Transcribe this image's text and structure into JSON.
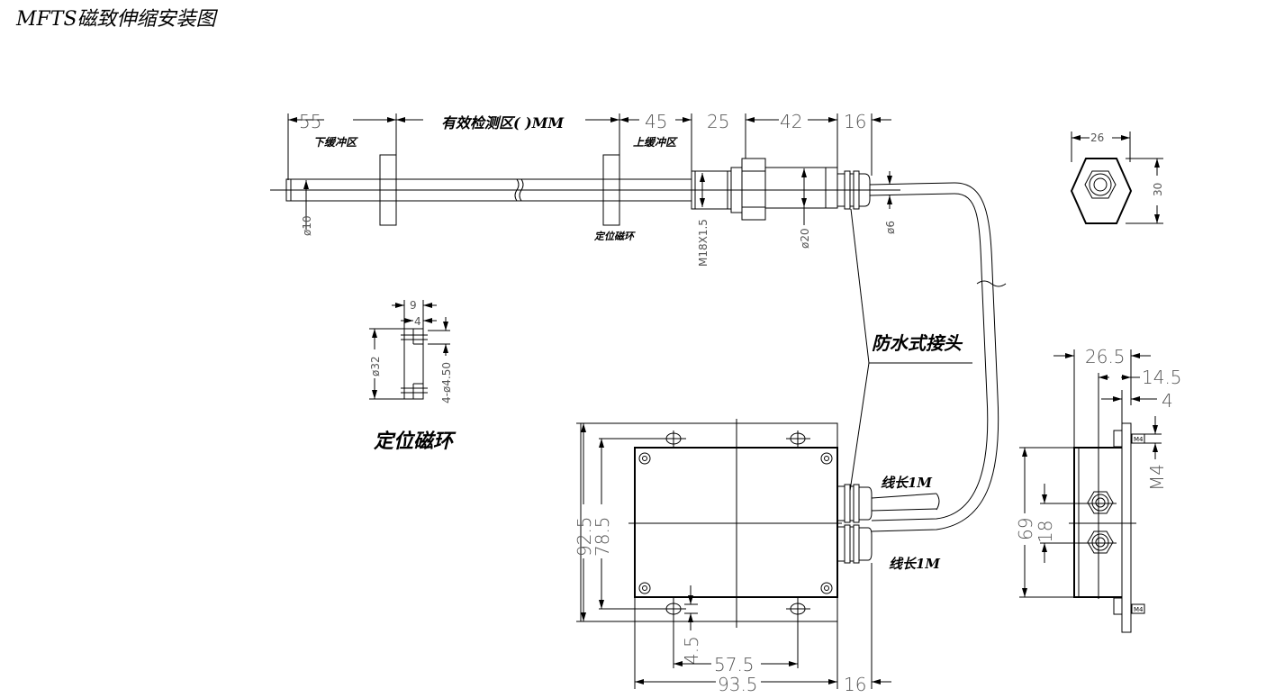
{
  "title": "MFTS磁致伸缩安装图",
  "probe": {
    "dims": {
      "d55": "55",
      "effective": "有效检测区(      )MM",
      "d45": "45",
      "d25": "25",
      "d42": "42",
      "d16": "16"
    },
    "lower_buffer": "下缓冲区",
    "upper_buffer": "上缓冲区",
    "magnet_label": "定位磁环",
    "phi10": "ø10",
    "thread": "M18X1.5",
    "phi20": "ø20",
    "phi6": "ø6"
  },
  "hex_view": {
    "d26": "26",
    "d30": "30"
  },
  "magnet_ring": {
    "d9": "9",
    "d4": "4",
    "phi32": "ø32",
    "holes": "4-ø4.50",
    "label": "定位磁环"
  },
  "connector_label": "防水式接头",
  "box": {
    "d92_5": "92.5",
    "d78_5": "78.5",
    "d4_5": "4.5",
    "d57_5": "57.5",
    "d93_5": "93.5",
    "d16": "16",
    "cable1": "线长1M",
    "cable2": "线长1M"
  },
  "side_view": {
    "d26_5": "26.5",
    "d14_5": "14.5",
    "d4": "4",
    "m4": "M4",
    "d69": "69",
    "d18": "18",
    "tag1": "M4",
    "tag2": "M4"
  }
}
